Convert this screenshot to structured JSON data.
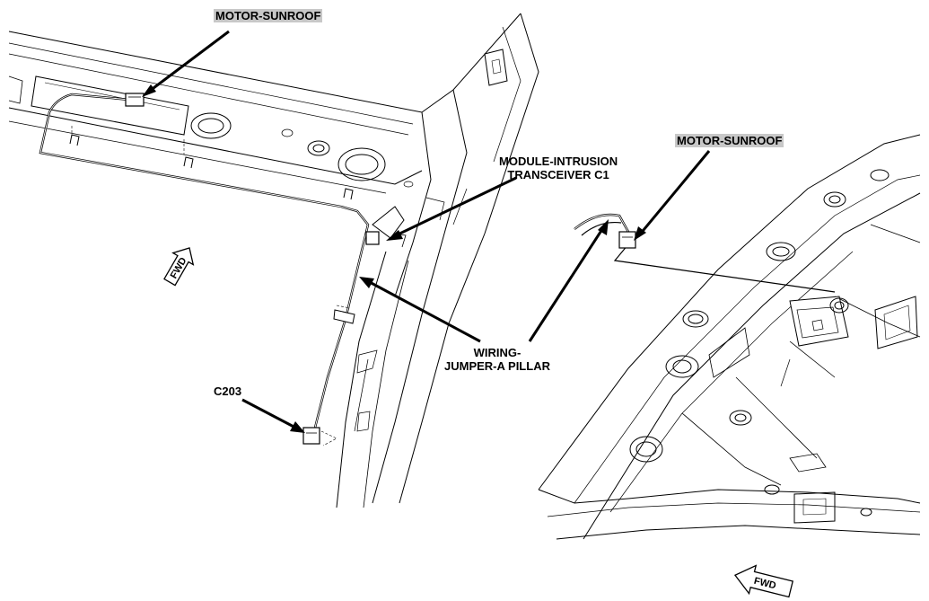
{
  "labels": {
    "motor_sunroof_left": "MOTOR-SUNROOF",
    "module_intrusion_line1": "MODULE-INTRUSION",
    "module_intrusion_line2": "TRANSCEIVER C1",
    "motor_sunroof_right": "MOTOR-SUNROOF",
    "wiring_line1": "WIRING-",
    "wiring_line2": "JUMPER-A PILLAR",
    "c203": "C203",
    "fwd_left": "FWD",
    "fwd_right": "FWD"
  },
  "colors": {
    "line": "#000000",
    "label_highlight": "#c8c8c8",
    "background": "#ffffff"
  }
}
